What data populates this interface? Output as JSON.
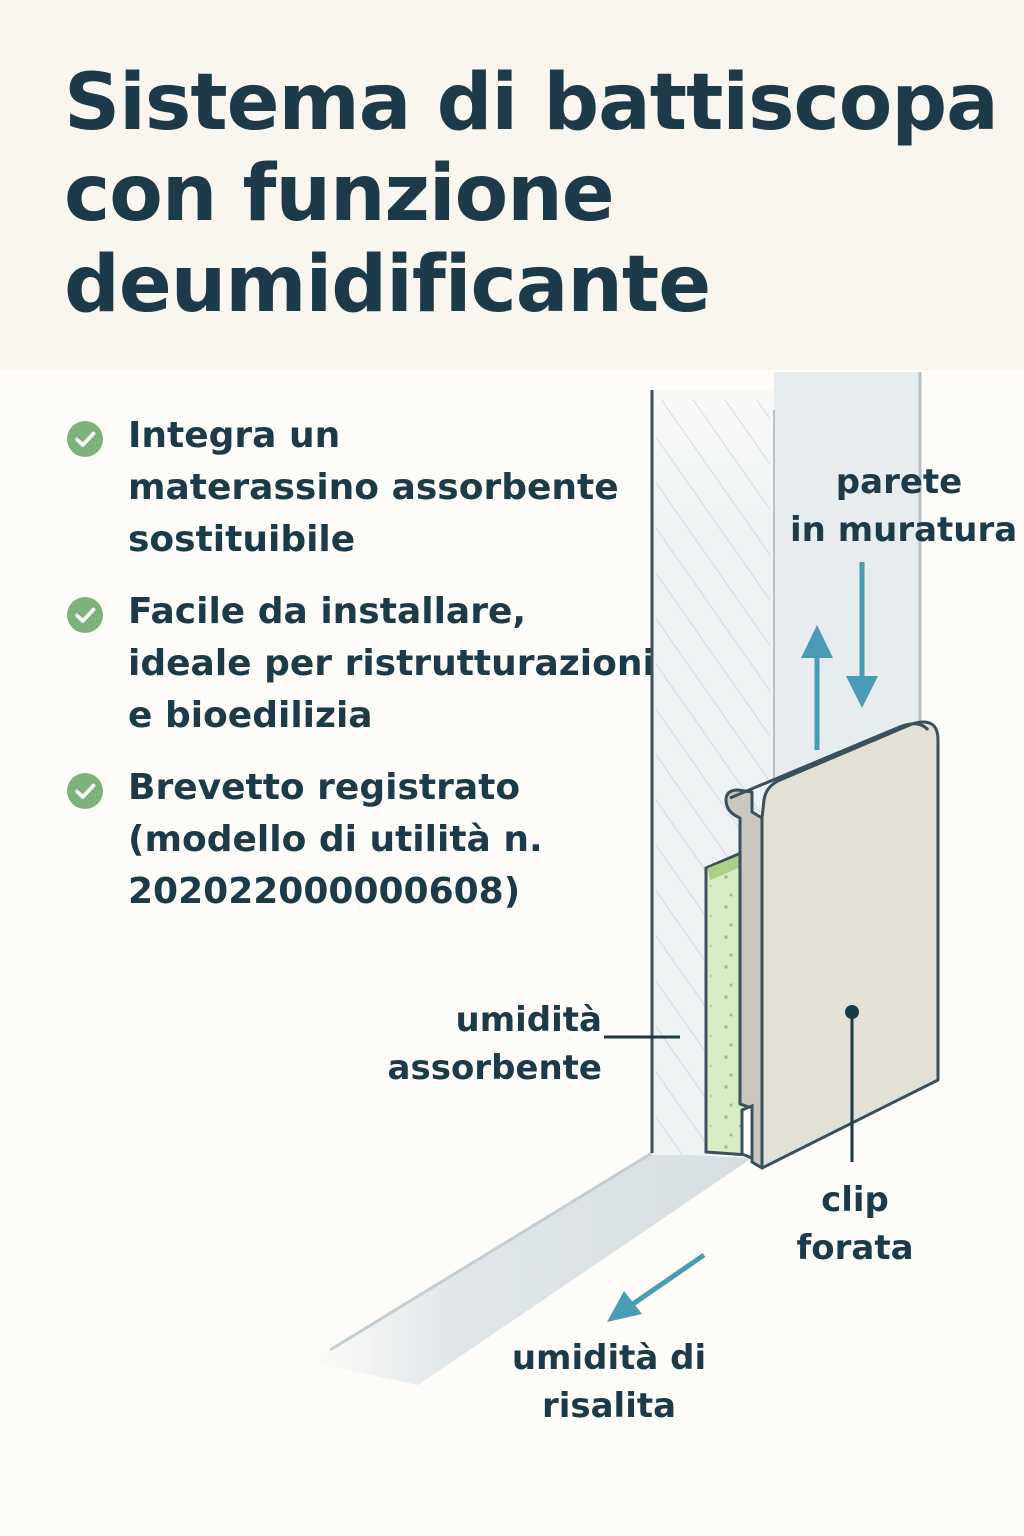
{
  "title": {
    "lines": [
      "Sistema di battiscopa",
      "con funzione",
      "deumidificante"
    ]
  },
  "features": [
    {
      "icon": "check-circle-icon",
      "lines": [
        "Integra un",
        "materassino assorbente",
        "sostituibile"
      ]
    },
    {
      "icon": "check-circle-icon",
      "lines": [
        "Facile da installare,",
        "ideale per ristrutturazioni",
        "e bioedilizia"
      ]
    },
    {
      "icon": "check-circle-icon",
      "lines": [
        "Brevetto registrato",
        "(modello di utilità n.",
        "202022000000608)"
      ]
    }
  ],
  "labels": {
    "wall": [
      "parete",
      "in muratura"
    ],
    "absorbent": [
      "umidità",
      "assorbente"
    ],
    "clip": [
      "clip",
      "forata"
    ],
    "rising": [
      "umidità di",
      "risalita"
    ]
  },
  "colors": {
    "text": "#1c3a47",
    "check": "#7fb27a",
    "arrow": "#4a9bb4",
    "absorbent_pad": "#d8ecc4",
    "skirting": "#e3e0d8",
    "header_bg": "#f9f5ef"
  }
}
